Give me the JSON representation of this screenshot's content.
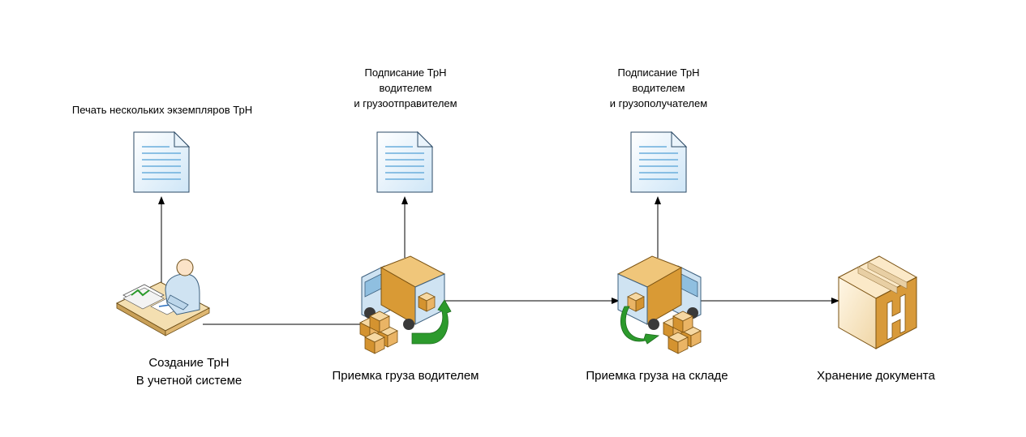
{
  "labels": {
    "print_copies": "Печать нескольких экземпляров ТрН",
    "sign_sender": {
      "line1": "Подписание ТрН",
      "line2": "водителем",
      "line3": "и грузоотправителем"
    },
    "sign_receiver": {
      "line1": "Подписание ТрН",
      "line2": "водителем",
      "line3": "и грузополучателем"
    },
    "create": {
      "line1": "Создание ТрН",
      "line2": "В учетной системе"
    },
    "driver_receipt": "Приемка груза водителем",
    "warehouse_receipt": "Приемка груза на складе",
    "storage": "Хранение документа"
  },
  "icons": {
    "document": "document-icon",
    "clerk": "person-at-desk-icon",
    "truck": "delivery-truck-icon",
    "boxes": "cargo-boxes-icon",
    "load_arrow": "loading-arrow-icon",
    "archive": "storage-box-icon"
  },
  "colors": {
    "connector": "#000000",
    "doc_fill": "#e8f4fc",
    "doc_lines": "#6aaedc",
    "box_orange": "#e0a33c",
    "truck_blue": "#cfe3f2",
    "arrow_green": "#2c9a2c",
    "paper_cream": "#f4dfb1"
  }
}
